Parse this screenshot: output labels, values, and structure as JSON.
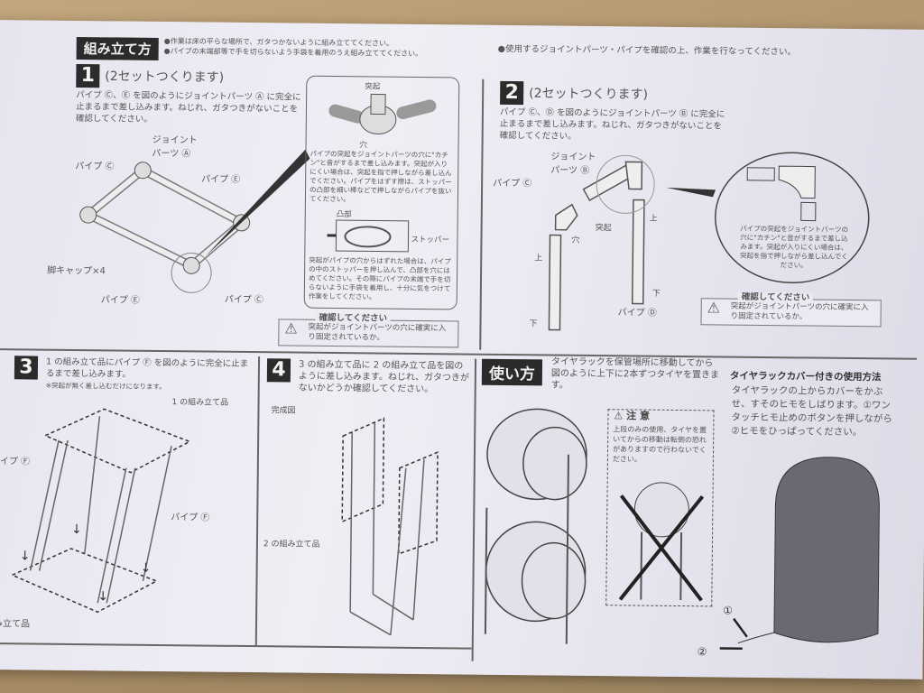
{
  "header": {
    "title": "組み立て方",
    "notes": [
      "●作業は床の平らな場所で、ガタつかないように組み立ててください。",
      "●パイプの末端部等で手を切らないよう手袋を着用のうえ組み立ててください。"
    ],
    "note_right": "●使用するジョイントパーツ・パイプを確認の上、作業を行なってください。"
  },
  "step1": {
    "num": "1",
    "subtitle": "(2セットつくります)",
    "text": "パイプ Ⓒ、Ⓔ を図のようにジョイントパーツ Ⓐ に完全に止まるまで差し込みます。ねじれ、ガタつきがないことを確認してください。",
    "labels": {
      "joint": "ジョイントパーツ Ⓐ",
      "pipe_c_left": "パイプ Ⓒ",
      "pipe_e_right": "パイプ Ⓔ",
      "cap": "脚キャップ×4",
      "pipe_e_bottom": "パイプ Ⓔ",
      "pipe_c_bottom": "パイプ Ⓒ"
    },
    "detail": {
      "protrusion": "突起",
      "hole": "穴",
      "text1": "パイプの突起をジョイントパーツの穴に\"カチン\"と音がするまで差し込みます。突起が入りにくい場合は、突起を指で押しながら差し込んでください。パイプをはずす際は、ストッパーの凸部を細い棒などで押しながらパイプを抜いてください。",
      "convex": "凸部",
      "stopper": "ストッパー",
      "text2": "突起がパイプの穴からはずれた場合は、パイプの中のストッパーを押し込んで、凸部を穴にはめてください。その際にパイプの末端で手を切らないように手袋を着用し、十分に気をつけて作業をしてください。"
    },
    "confirm": {
      "title": "確認してください",
      "text": "突起がジョイントパーツの穴に確実に入り固定されているか。"
    }
  },
  "step2": {
    "num": "2",
    "subtitle": "(2セットつくります)",
    "text": "パイプ Ⓒ、Ⓓ を図のようにジョイントパーツ Ⓑ に完全に止まるまで差し込みます。ねじれ、ガタつきがないことを確認してください。",
    "labels": {
      "joint": "ジョイントパーツ Ⓑ",
      "pipe_c": "パイプ Ⓒ",
      "pipe_d": "パイプ Ⓓ",
      "hole": "穴",
      "protrusion": "突起",
      "up": "上",
      "down": "下"
    },
    "detail_text": "パイプの突起をジョイントパーツの穴に\"カチン\"と音がするまで差し込みます。突起が入りにくい場合は、突起を指で押しながら差し込んでください。",
    "confirm": {
      "title": "確認してください",
      "text": "突起がジョイントパーツの穴に確実に入り固定されているか。"
    }
  },
  "step3": {
    "num": "3",
    "text": "1 の組み立て品にパイプ Ⓕ を図のように完全に止まるまで差し込みます。",
    "note": "※突起が無く差し込むだけになります。",
    "labels": {
      "assembly1": "1 の組み立て品",
      "pipe_f_left": "パイプ Ⓕ",
      "pipe_f_right": "パイプ Ⓕ",
      "assembly_bottom": "組み立て品"
    }
  },
  "step4": {
    "num": "4",
    "text": "3 の組み立て品に 2 の組み立て品を図のように差し込みます。ねじれ、ガタつきがないかどうか確認してください。",
    "labels": {
      "complete": "完成図",
      "assembly2": "2 の組み立て品"
    }
  },
  "usage": {
    "title": "使い方",
    "text": "タイヤラックを保管場所に移動してから図のように上下に2本ずつタイヤを置きます。",
    "caution": {
      "title": "注 意",
      "text": "上段のみの使用、タイヤを置いてからの移動は転倒の恐れがありますので行わないでください。"
    },
    "cover": {
      "title": "タイヤラックカバー付きの使用方法",
      "text": "タイヤラックの上からカバーをかぶせ、すそのヒモをしばります。①ワンタッチヒモ止めのボタンを押しながら②ヒモをひっぱってください。",
      "mark1": "①",
      "mark2": "②"
    }
  }
}
